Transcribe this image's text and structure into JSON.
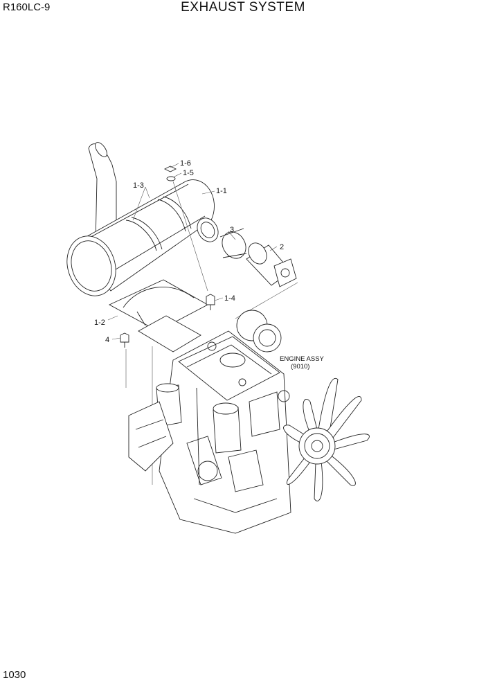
{
  "header": {
    "model": "R160LC-9",
    "title": "EXHAUST SYSTEM"
  },
  "footer": {
    "page_number": "1030"
  },
  "callouts": {
    "c1_6": "1-6",
    "c1_5": "1-5",
    "c1_3": "1-3",
    "c1_1": "1-1",
    "c3": "3",
    "c2": "2",
    "c1_4": "1-4",
    "c1_2": "1-2",
    "c4": "4"
  },
  "engine_note": {
    "line1": "ENGINE ASSY",
    "line2": "(9010)"
  }
}
